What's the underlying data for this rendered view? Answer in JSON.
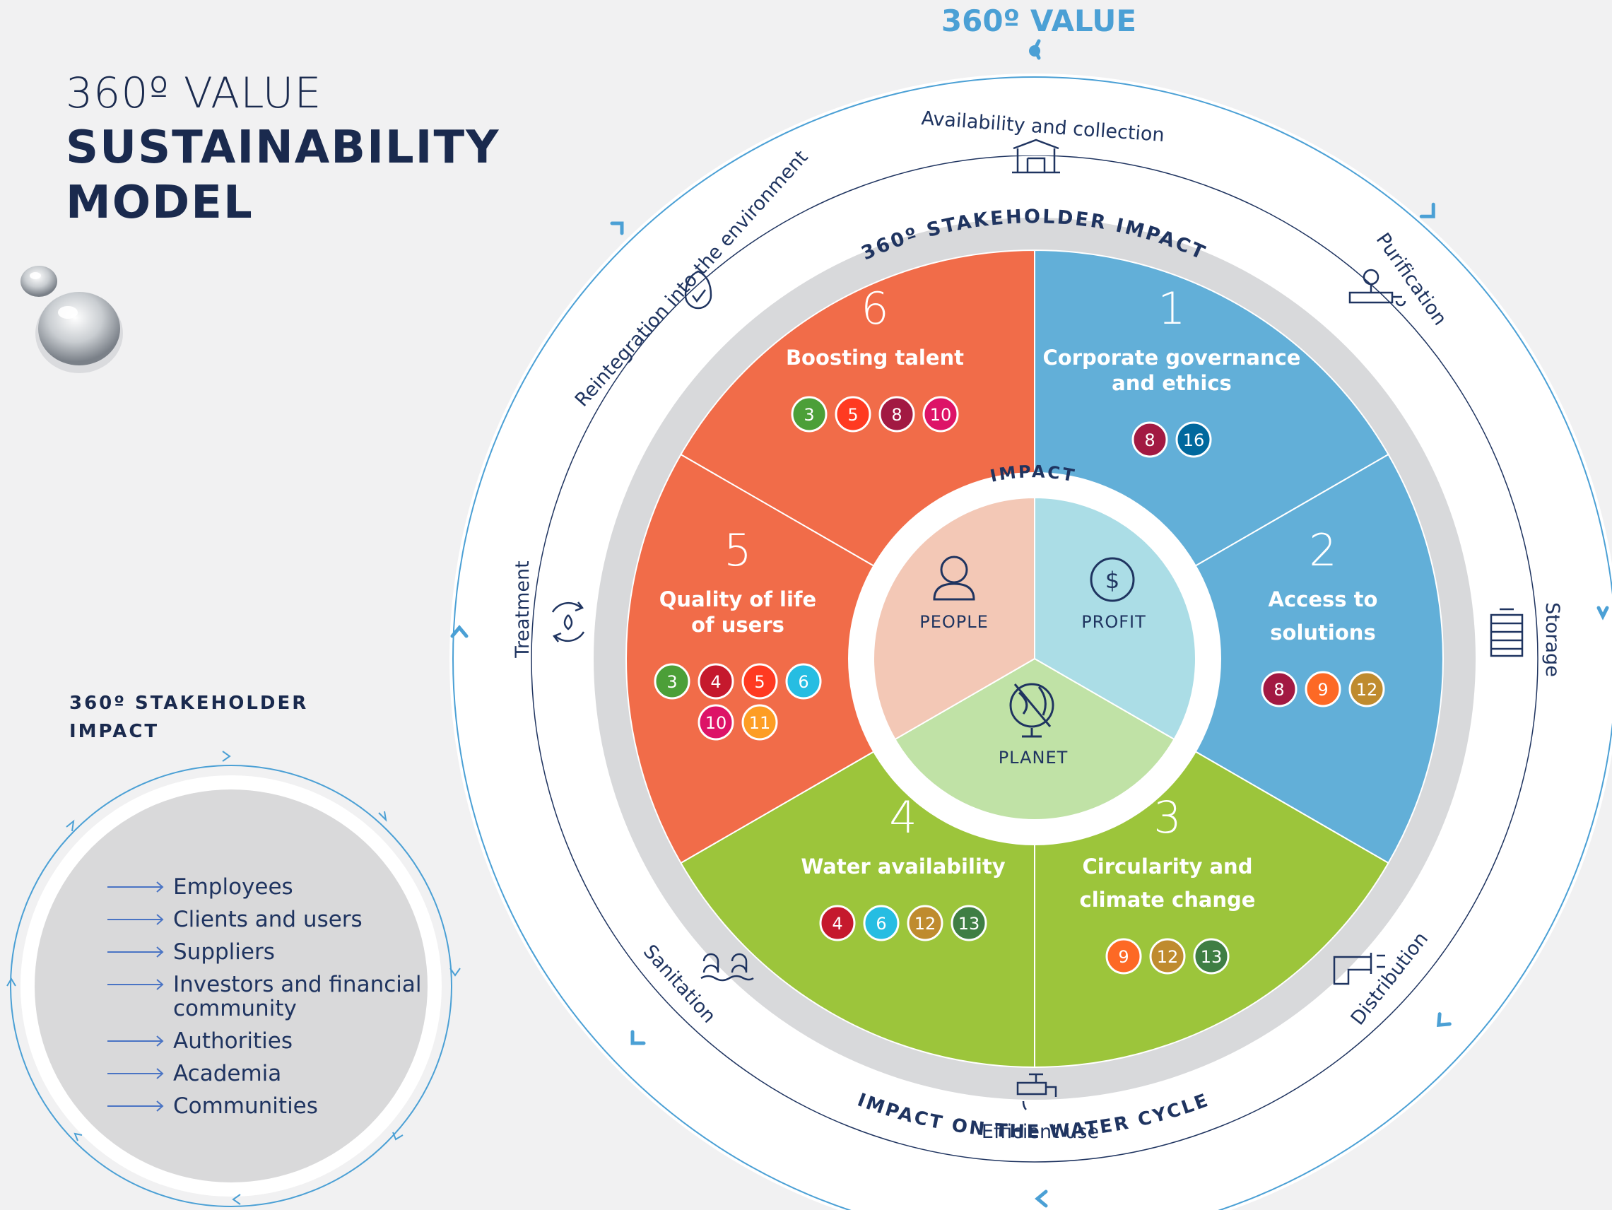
{
  "heading": {
    "line1": "360º VALUE",
    "line2": "SUSTAINABILITY",
    "line3": "MODEL"
  },
  "outer_ring": {
    "top_label": "360º VALUE",
    "bottom_label": "IMPACT ON THE WATER CYCLE",
    "stages": [
      {
        "label": "Availability and collection",
        "icon": "well-icon"
      },
      {
        "label": "Purification",
        "icon": "valve-icon"
      },
      {
        "label": "Storage",
        "icon": "water-tank-icon"
      },
      {
        "label": "Distribution",
        "icon": "pipe-icon"
      },
      {
        "label": "Efficient use",
        "icon": "tap-icon"
      },
      {
        "label": "Sanitation",
        "icon": "sanitation-icon"
      },
      {
        "label": "Treatment",
        "icon": "recycle-water-icon"
      },
      {
        "label": "Reintegration into the environment",
        "icon": "check-drop-icon"
      }
    ]
  },
  "stakeholder_ring_label": "360º STAKEHOLDER IMPACT",
  "segments": [
    {
      "number": "1",
      "title_lines": [
        "Corporate governance",
        "and ethics"
      ],
      "sdgs": [
        "8",
        "16"
      ],
      "color": "#62afd8"
    },
    {
      "number": "2",
      "title_lines": [
        "Access to",
        "solutions"
      ],
      "sdgs": [
        "8",
        "9",
        "12"
      ],
      "color": "#62afd8"
    },
    {
      "number": "3",
      "title_lines": [
        "Circularity and",
        "climate change"
      ],
      "sdgs": [
        "9",
        "12",
        "13"
      ],
      "color": "#9cc53b"
    },
    {
      "number": "4",
      "title_lines": [
        "Water availability"
      ],
      "sdgs": [
        "4",
        "6",
        "12",
        "13"
      ],
      "color": "#9cc53b"
    },
    {
      "number": "5",
      "title_lines": [
        "Quality of life",
        "of users"
      ],
      "sdgs": [
        "3",
        "4",
        "5",
        "6",
        "10",
        "11"
      ],
      "color": "#f16c49"
    },
    {
      "number": "6",
      "title_lines": [
        "Boosting talent"
      ],
      "sdgs": [
        "3",
        "5",
        "8",
        "10"
      ],
      "color": "#f16c49"
    }
  ],
  "sdg_colors": {
    "3": "#4c9f38",
    "4": "#c5192d",
    "5": "#ff3a21",
    "6": "#26bde2",
    "8": "#a21942",
    "9": "#fd6925",
    "10": "#dd1367",
    "11": "#fd9d24",
    "12": "#bf8b2e",
    "13": "#3f7e44",
    "16": "#00689d"
  },
  "core": {
    "label": "IMPACT",
    "people": "PEOPLE",
    "profit": "PROFIT",
    "planet": "PLANET"
  },
  "legend": {
    "title_line1": "360º STAKEHOLDER",
    "title_line2": "IMPACT",
    "stakeholders": [
      "Employees",
      "Clients and users",
      "Suppliers",
      "Investors and financial community",
      "Authorities",
      "Academia",
      "Communities"
    ]
  }
}
